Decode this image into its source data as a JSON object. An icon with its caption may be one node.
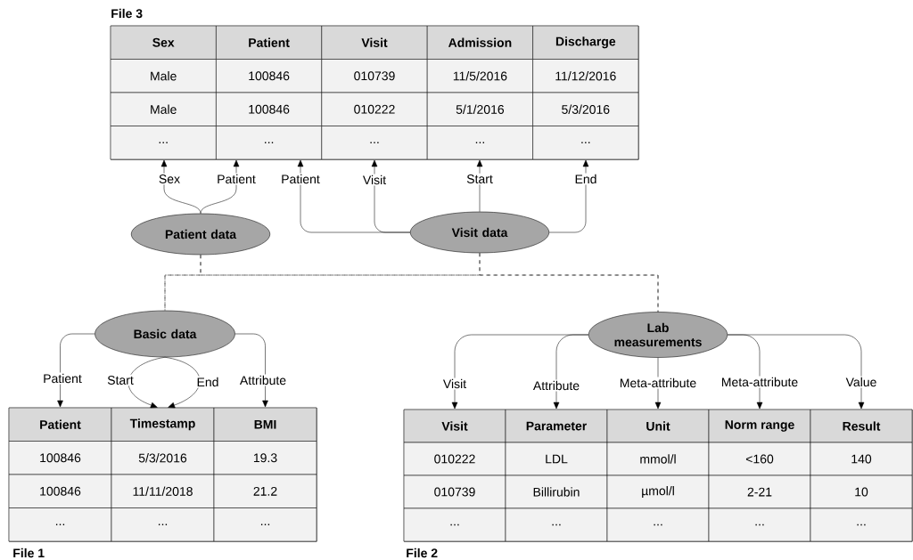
{
  "diagram": {
    "nodes": [
      {
        "text": [
          "File 3"
        ]
      },
      {
        "text": [
          "Sex"
        ],
        "in": 0
      },
      {
        "text": [
          "Patient"
        ],
        "in": 0
      },
      {
        "text": [
          "Visit"
        ],
        "in": 0
      },
      {
        "text": [
          "Admission"
        ],
        "in": 0
      },
      {
        "text": [
          "Discharge"
        ],
        "in": 0
      },
      {
        "text": [
          "Male"
        ],
        "in": 0
      },
      {
        "text": [
          "100846"
        ],
        "in": 0
      },
      {
        "text": [
          "010739"
        ],
        "in": 0
      },
      {
        "text": [
          "11/5/2016"
        ],
        "in": 0
      },
      {
        "text": [
          "11/12/2016"
        ],
        "in": 0
      },
      {
        "text": [
          "Male"
        ],
        "in": 0
      },
      {
        "text": [
          "100846"
        ],
        "in": 0
      },
      {
        "text": [
          "010222"
        ],
        "in": 0
      },
      {
        "text": [
          "5/1/2016"
        ],
        "in": 0
      },
      {
        "text": [
          "5/3/2016"
        ],
        "in": 0
      },
      {
        "text": [
          "..."
        ],
        "in": 0
      },
      {
        "text": [
          "..."
        ],
        "in": 0
      },
      {
        "text": [
          "..."
        ],
        "in": 0
      },
      {
        "text": [
          "..."
        ],
        "in": 0
      },
      {
        "text": [
          "..."
        ],
        "in": 0
      },
      {
        "text": [
          "Patient data"
        ]
      },
      {
        "text": [
          "Visit data"
        ]
      },
      {
        "text": [
          "Basic data"
        ]
      },
      {
        "text": [
          "Lab measurements"
        ]
      },
      {
        "text": [
          "File 1"
        ]
      },
      {
        "text": [
          "Patient"
        ],
        "in": 25
      },
      {
        "text": [
          "Timestamp"
        ],
        "in": 25
      },
      {
        "text": [
          "BMI"
        ],
        "in": 25
      },
      {
        "text": [
          "100846"
        ],
        "in": 25
      },
      {
        "text": [
          "5/3/2016"
        ],
        "in": 25
      },
      {
        "text": [
          "19.3"
        ],
        "in": 25
      },
      {
        "text": [
          "100846"
        ],
        "in": 25
      },
      {
        "text": [
          "11/11/2018"
        ],
        "in": 25
      },
      {
        "text": [
          "21.2"
        ],
        "in": 25
      },
      {
        "text": [
          "..."
        ],
        "in": 25
      },
      {
        "text": [
          "..."
        ],
        "in": 25
      },
      {
        "text": [
          "..."
        ],
        "in": 25
      },
      {
        "text": [
          "File 2"
        ]
      },
      {
        "text": [
          "Visit"
        ],
        "in": 38
      },
      {
        "text": [
          "Parameter"
        ],
        "in": 38
      },
      {
        "text": [
          "Unit"
        ],
        "in": 38
      },
      {
        "text": [
          "Norm range"
        ],
        "in": 38
      },
      {
        "text": [
          "Result"
        ],
        "in": 38
      },
      {
        "text": [
          "010222"
        ],
        "in": 38
      },
      {
        "text": [
          "LDL"
        ],
        "in": 38
      },
      {
        "text": [
          "mmol/l"
        ],
        "in": 38
      },
      {
        "text": [
          "<160"
        ],
        "in": 38
      },
      {
        "text": [
          "140"
        ],
        "in": 38
      },
      {
        "text": [
          "010739"
        ],
        "in": 38
      },
      {
        "text": [
          "Billirubin"
        ],
        "in": 38
      },
      {
        "text": [
          "µmol/l"
        ],
        "in": 38
      },
      {
        "text": [
          "2-21"
        ],
        "in": 38
      },
      {
        "text": [
          "10"
        ],
        "in": 38
      },
      {
        "text": [
          "..."
        ],
        "in": 38
      },
      {
        "text": [
          "..."
        ],
        "in": 38
      },
      {
        "text": [
          "..."
        ],
        "in": 38
      },
      {
        "text": [
          "..."
        ],
        "in": 38
      },
      {
        "text": [
          "..."
        ],
        "in": 38
      }
    ],
    "edges": [
      {
        "from": 21,
        "to": 16,
        "arrow": "to",
        "label": "Sex"
      },
      {
        "from": 21,
        "to": 17,
        "arrow": "to",
        "label": "Patient"
      },
      {
        "from": 22,
        "to": 17,
        "arrow": "to",
        "label": "Patient"
      },
      {
        "from": 22,
        "to": 18,
        "arrow": "to",
        "label": "Visit"
      },
      {
        "from": 22,
        "to": 19,
        "arrow": "to",
        "label": "Start"
      },
      {
        "from": 22,
        "to": 20,
        "arrow": "to",
        "label": "End"
      },
      {
        "from": 21,
        "to": 23,
        "arrow": "none",
        "style": "dashed"
      },
      {
        "from": 21,
        "to": 24,
        "arrow": "none",
        "style": "dashed"
      },
      {
        "from": 22,
        "to": 23,
        "arrow": "none",
        "style": "dashed"
      },
      {
        "from": 22,
        "to": 24,
        "arrow": "none",
        "style": "dashed"
      },
      {
        "from": 23,
        "to": 26,
        "arrow": "to",
        "label": "Patient"
      },
      {
        "from": 23,
        "to": 27,
        "arrow": "to",
        "label": "Start"
      },
      {
        "from": 23,
        "to": 27,
        "arrow": "to",
        "label": "End"
      },
      {
        "from": 23,
        "to": 28,
        "arrow": "to",
        "label": "Attribute"
      },
      {
        "from": 24,
        "to": 39,
        "arrow": "to",
        "label": "Visit"
      },
      {
        "from": 24,
        "to": 40,
        "arrow": "to",
        "label": "Attribute"
      },
      {
        "from": 24,
        "to": 41,
        "arrow": "to",
        "label": "Meta-attribute"
      },
      {
        "from": 24,
        "to": 42,
        "arrow": "to",
        "label": "Meta-attribute"
      },
      {
        "from": 24,
        "to": 43,
        "arrow": "to",
        "label": "Value"
      }
    ]
  }
}
